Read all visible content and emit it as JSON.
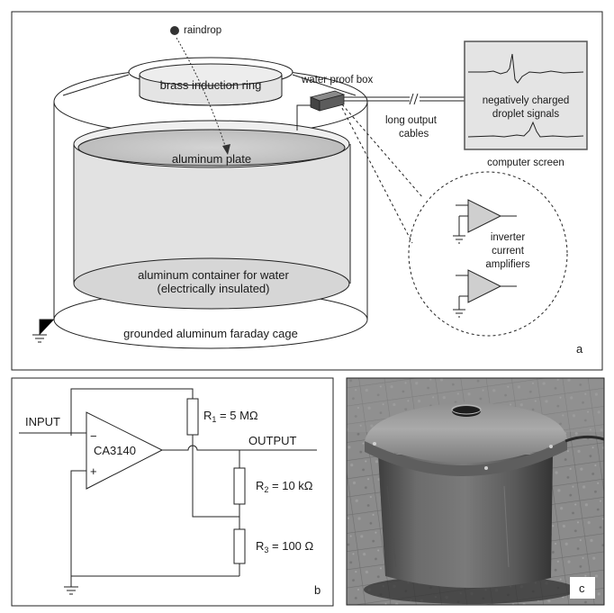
{
  "panel_a": {
    "raindrop": "raindrop",
    "brass_ring": "brass induction ring",
    "water_proof_box": "water proof box",
    "long_output_cables": [
      "long output",
      "cables"
    ],
    "screen_text": [
      "negatively charged",
      "droplet signals"
    ],
    "computer_screen": "computer screen",
    "aluminum_plate": "aluminum plate",
    "container": [
      "aluminum container for water",
      "(electrically insulated)"
    ],
    "faraday_cage": "grounded aluminum faraday cage",
    "amplifiers": [
      "inverter",
      "current",
      "amplifiers"
    ],
    "panel_label": "a"
  },
  "panel_b": {
    "input": "INPUT",
    "output": "OUTPUT",
    "chip": "CA3140",
    "minus": "−",
    "plus": "+",
    "r1": {
      "sym": "R",
      "sub": "1",
      "val": " = 5 MΩ"
    },
    "r2": {
      "sym": "R",
      "sub": "2",
      "val": " = 10 kΩ"
    },
    "r3": {
      "sym": "R",
      "sub": "3",
      "val": " = 100 Ω"
    },
    "panel_label": "b"
  },
  "panel_c": {
    "panel_label": "c"
  }
}
